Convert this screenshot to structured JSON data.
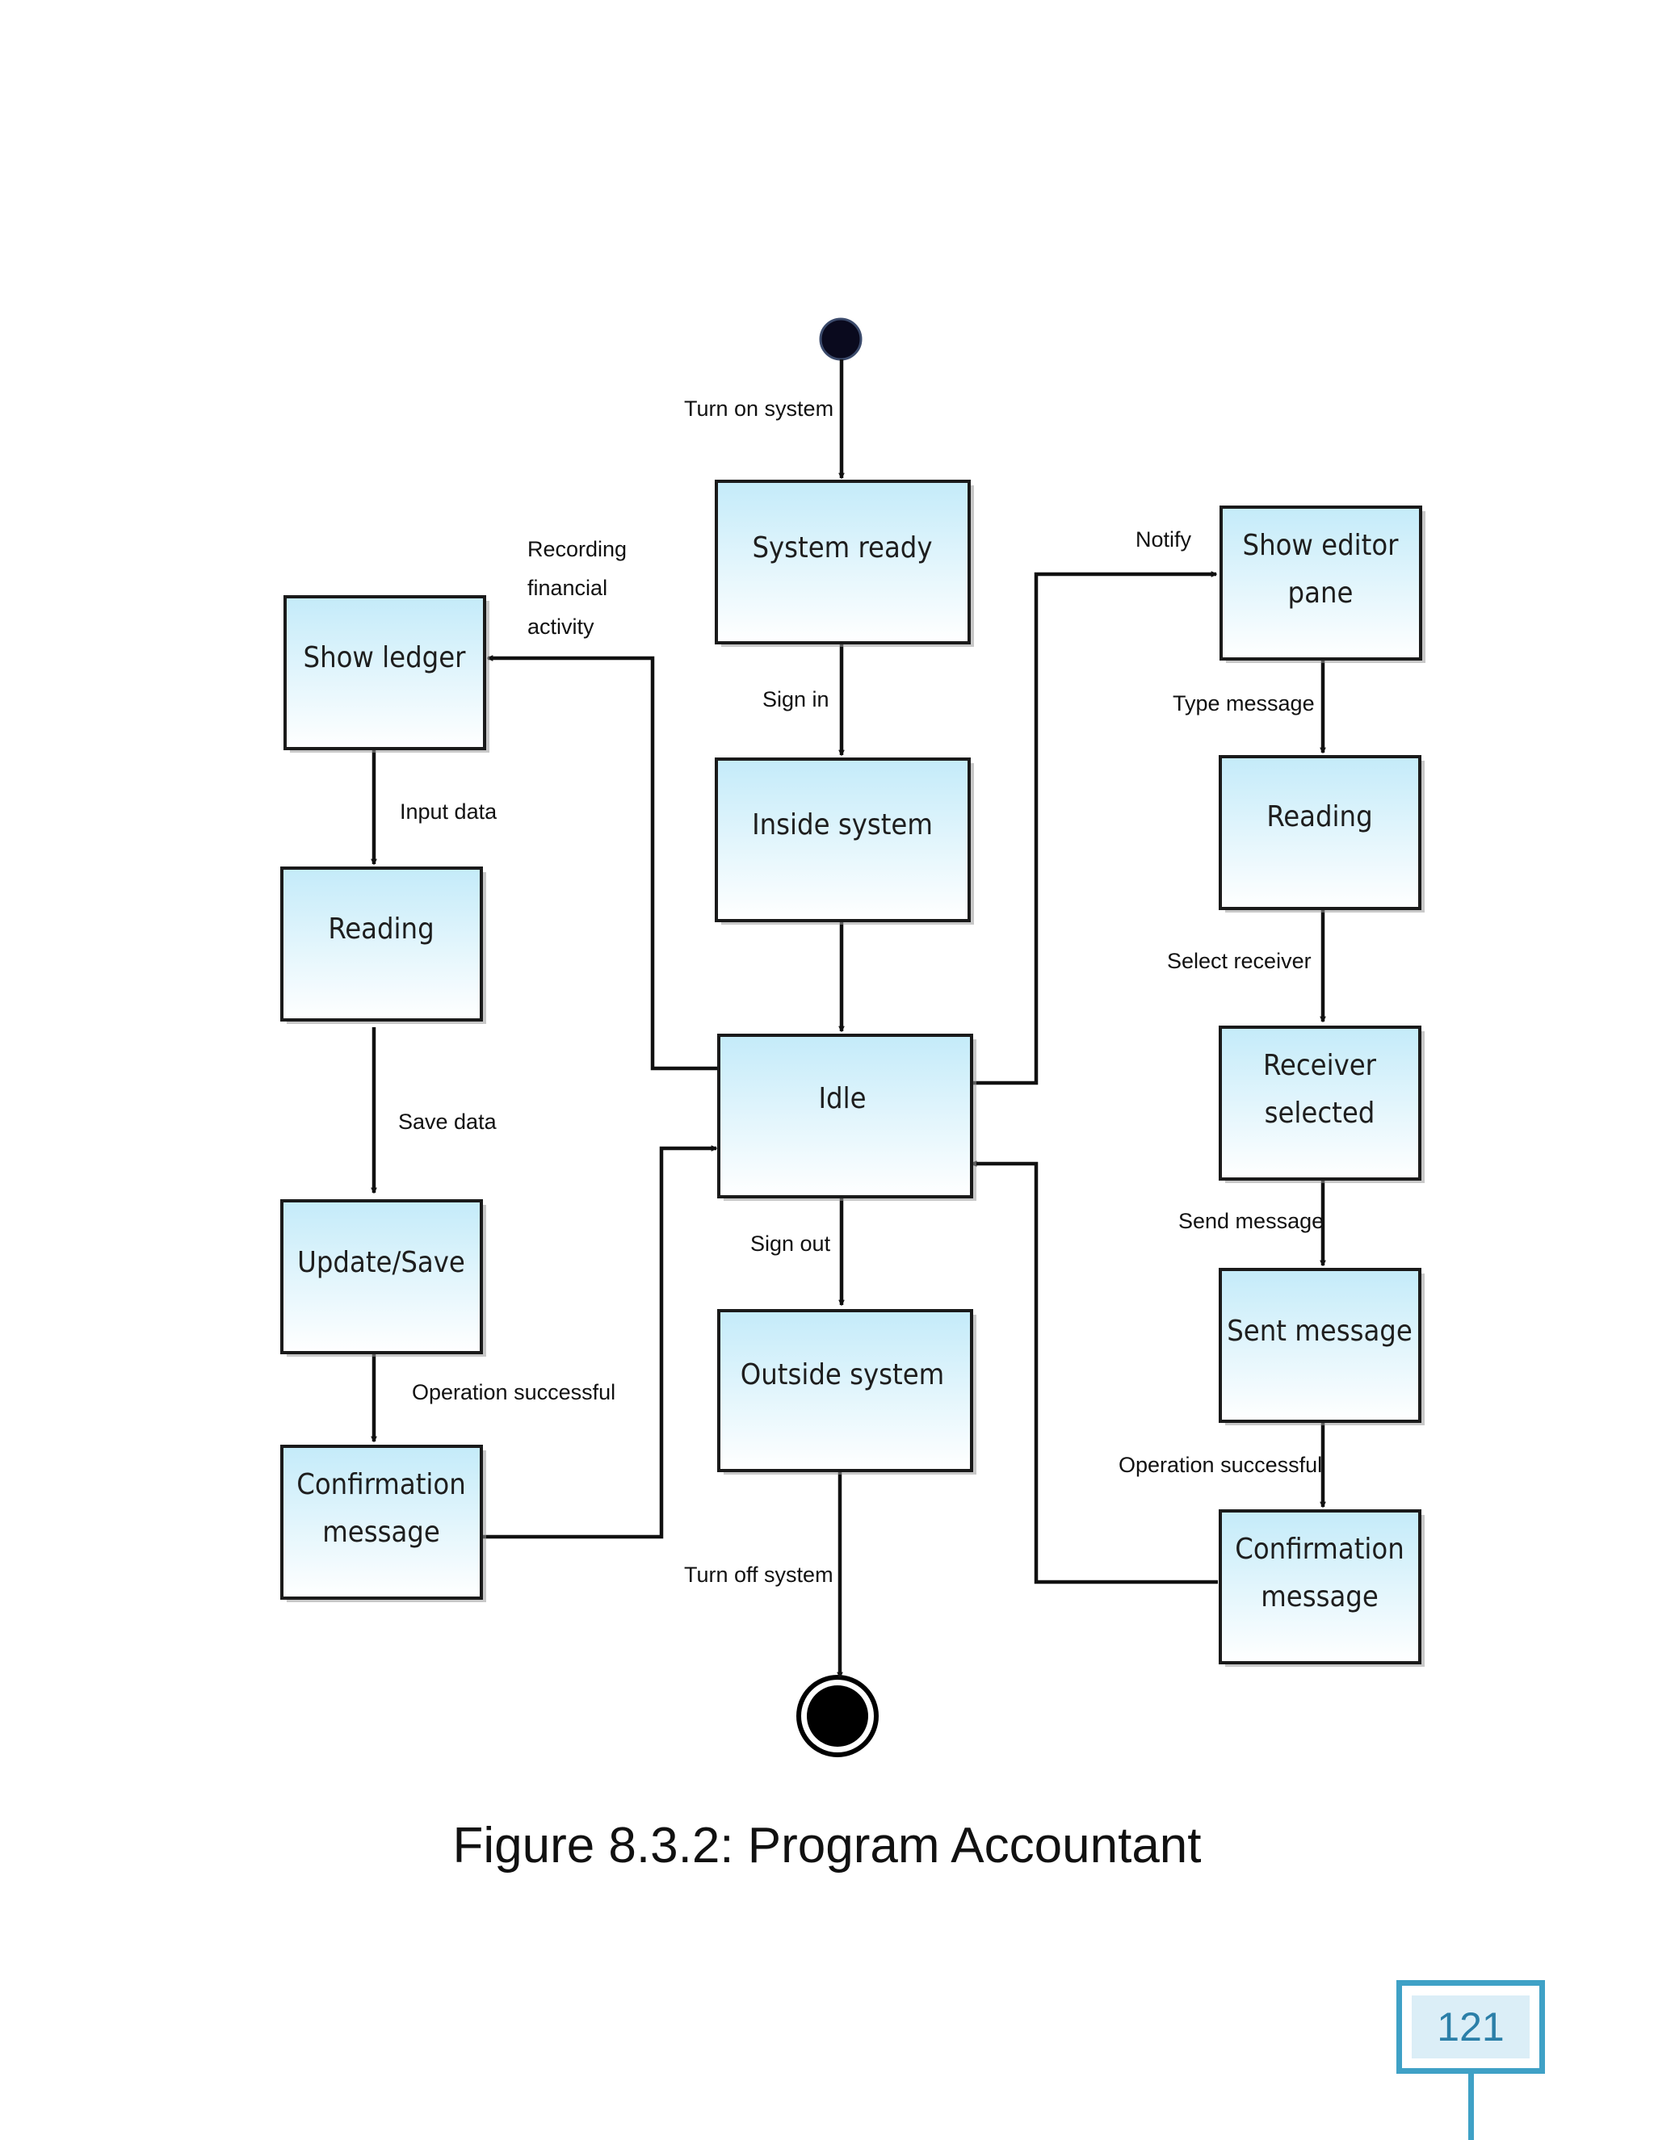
{
  "diagram": {
    "states": {
      "system_ready": [
        "System ready"
      ],
      "inside_system": [
        "Inside system"
      ],
      "idle": [
        "Idle"
      ],
      "outside_system": [
        "Outside system"
      ],
      "show_ledger": [
        "Show ledger"
      ],
      "reading_left": [
        "Reading"
      ],
      "update_save": [
        "Update/Save"
      ],
      "confirmation_left": [
        "Confirmation",
        "message"
      ],
      "show_editor_pane": [
        "Show editor",
        "pane"
      ],
      "reading_right": [
        "Reading"
      ],
      "receiver_selected": [
        "Receiver",
        "selected"
      ],
      "sent_message": [
        "Sent message"
      ],
      "confirmation_right": [
        "Confirmation",
        "message"
      ]
    },
    "transitions": {
      "turn_on": [
        "Turn on system"
      ],
      "sign_in": [
        "Sign in"
      ],
      "sign_out": [
        "Sign out"
      ],
      "turn_off": [
        "Turn off system"
      ],
      "recording": [
        "Recording",
        "financial",
        "activity"
      ],
      "input_data": [
        "Input data"
      ],
      "save_data": [
        "Save data"
      ],
      "op_success_left": [
        "Operation successful"
      ],
      "notify": [
        "Notify"
      ],
      "type_message": [
        "Type message"
      ],
      "select_receiver": [
        "Select receiver"
      ],
      "send_message": [
        "Send message"
      ],
      "op_success_right": [
        "Operation successful"
      ]
    }
  },
  "caption": "Figure 8.3.2: Program Accountant",
  "page_number": "121",
  "colors": {
    "box_top": "#c4ebf9",
    "box_bottom": "#ffffff",
    "accent": "#3fa1c6"
  }
}
